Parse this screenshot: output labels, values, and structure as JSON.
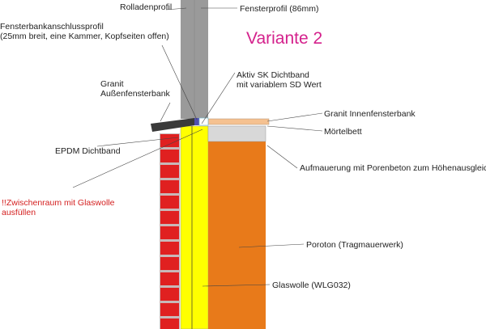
{
  "title": "Variante 2",
  "labels": {
    "rolladenprofil": "Rolladenprofil",
    "fensterprofil": "Fensterprofil (86mm)",
    "anschlussprofil_1": "Fensterbankanschlussprofil",
    "anschlussprofil_2": "(25mm breit, eine Kammer, Kopfseiten offen)",
    "granit_aussen_1": "Granit",
    "granit_aussen_2": "Außenfensterbank",
    "dichtband_1": "Aktiv SK Dichtband",
    "dichtband_2": "mit variablem SD Wert",
    "granit_innen": "Granit Innenfensterbank",
    "moertelbett": "Mörtelbett",
    "epdm": "EPDM Dichtband",
    "aufmauerung": "Aufmauerung mit Porenbeton zum Höhenausgleich",
    "zwischenraum_1": "!!Zwischenraum mit Glaswolle",
    "zwischenraum_2": "ausfüllen",
    "poroton": "Poroton (Tragmauerwerk)",
    "glaswolle": "Glaswolle (WLG032)"
  },
  "colors": {
    "brick": "#e02020",
    "mortar_joint": "#c8b8b8",
    "insulation": "#ffff00",
    "poroton": "#e87a1a",
    "mortar": "#d8d8d8",
    "window": "#9a9a9a",
    "sill_inner": "#f5c190",
    "sill_outer": "#3a3a3a",
    "title": "#d4218c"
  }
}
